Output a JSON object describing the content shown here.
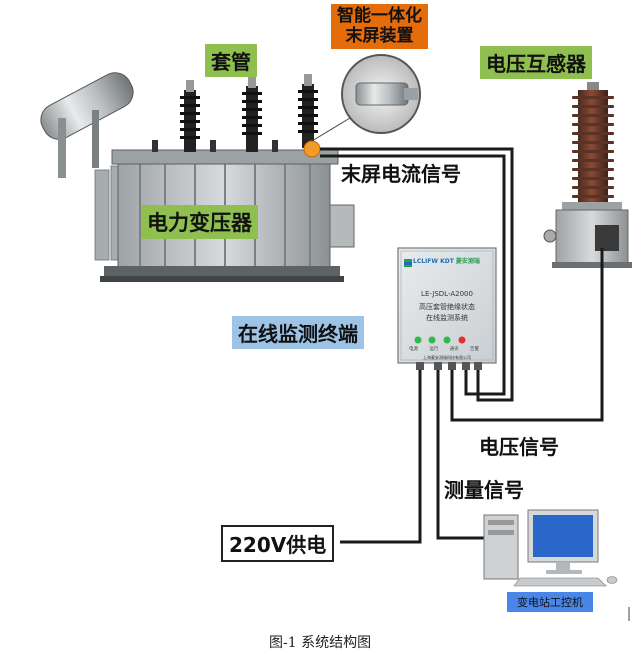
{
  "labels": {
    "bushing": "套管",
    "smart_device_line1": "智能一体化",
    "smart_device_line2": "末屏装置",
    "voltage_transformer": "电压互感器",
    "tap_current_signal": "末屏电流信号",
    "power_transformer": "电力变压器",
    "monitor_terminal": "在线监测终端",
    "voltage_signal": "电压信号",
    "measure_signal": "测量信号",
    "power_supply": "220V供电",
    "pc_label": "变电站工控机"
  },
  "terminal_panel": {
    "brand": "LCLIFW KDT",
    "brand_cn": "菱安测瑞",
    "model": "LE-JSDL-A2000",
    "title_line1": "高压套管绝缘状态",
    "title_line2": "在线监测系统",
    "leds": [
      "电源",
      "运行",
      "通讯",
      "告警"
    ],
    "company": "上海菱安测瑞科技有限公司"
  },
  "colors": {
    "green_label": "#8fbf4e",
    "orange_label": "#e46c0a",
    "blue_label": "#9dc3e6",
    "pc_label": "#4a86e8"
  },
  "caption": "图-1 系统结构图"
}
